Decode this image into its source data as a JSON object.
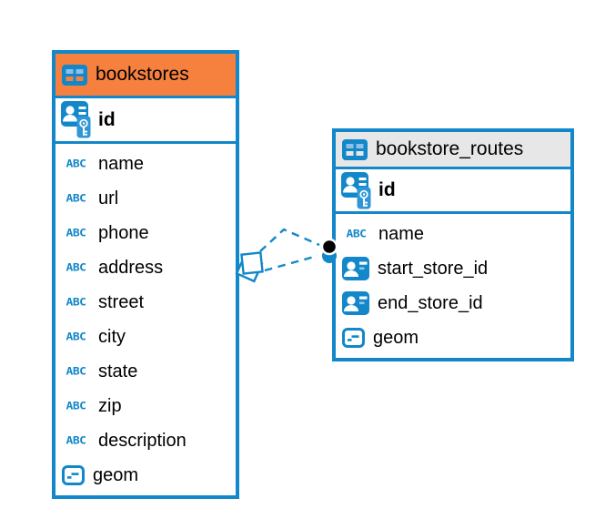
{
  "app": {
    "background_color": "#ffffff",
    "accent_color": "#1287c9"
  },
  "icons": {
    "varchar_glyph": "ABC"
  },
  "tables": [
    {
      "name": "bookstores",
      "header_color": "#f6813e",
      "pk": {
        "name": "id",
        "type": "primary-key"
      },
      "columns": [
        {
          "name": "name",
          "type": "text"
        },
        {
          "name": "url",
          "type": "text"
        },
        {
          "name": "phone",
          "type": "text"
        },
        {
          "name": "address",
          "type": "text"
        },
        {
          "name": "street",
          "type": "text"
        },
        {
          "name": "city",
          "type": "text"
        },
        {
          "name": "state",
          "type": "text"
        },
        {
          "name": "zip",
          "type": "text"
        },
        {
          "name": "description",
          "type": "text"
        },
        {
          "name": "geom",
          "type": "geometry"
        }
      ]
    },
    {
      "name": "bookstore_routes",
      "header_color": "#e7e7e7",
      "pk": {
        "name": "id",
        "type": "primary-key"
      },
      "columns": [
        {
          "name": "name",
          "type": "text"
        },
        {
          "name": "start_store_id",
          "type": "reference"
        },
        {
          "name": "end_store_id",
          "type": "reference"
        },
        {
          "name": "geom",
          "type": "geometry"
        }
      ]
    }
  ],
  "relation": {
    "from": "bookstores",
    "to": "bookstore_routes",
    "line_style": "dashed"
  }
}
